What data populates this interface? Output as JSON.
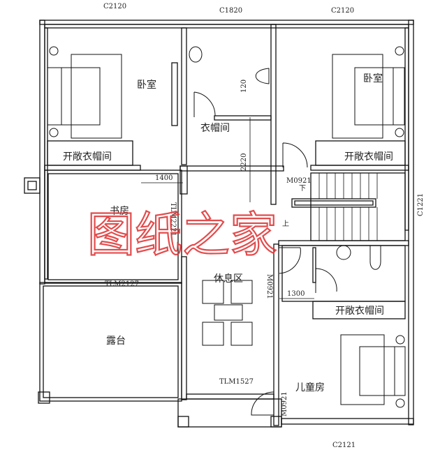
{
  "windows": {
    "top_left": "C2120",
    "top_mid": "C1820",
    "top_right": "C2120",
    "right": "C1221",
    "bottom": "C2121"
  },
  "rooms": {
    "bedroom_left": "卧室",
    "bedroom_right": "卧室",
    "cloakroom": "衣帽间",
    "open_cloakroom_left": "开敞衣帽间",
    "open_cloakroom_right": "开敞衣帽间",
    "open_cloakroom_lower": "开敞衣帽间",
    "study": "书房",
    "lounge": "休息区",
    "terrace": "露台",
    "kids_room": "儿童房"
  },
  "doors": {
    "stair_door": "M0921",
    "lounge_door": "M0921",
    "bottom_door": "M0921",
    "study_door": "TLM2221",
    "terrace_door": "TLM2127",
    "lounge_bottom_door": "TLM1527"
  },
  "dimensions": {
    "d120": "120",
    "d2220": "2220",
    "d1400": "1400",
    "d1300": "1300"
  },
  "stairs": {
    "down": "下",
    "up": "上"
  },
  "watermark": "图纸之家",
  "colors": {
    "wall": "#111111",
    "watermark": "#e0393a"
  }
}
